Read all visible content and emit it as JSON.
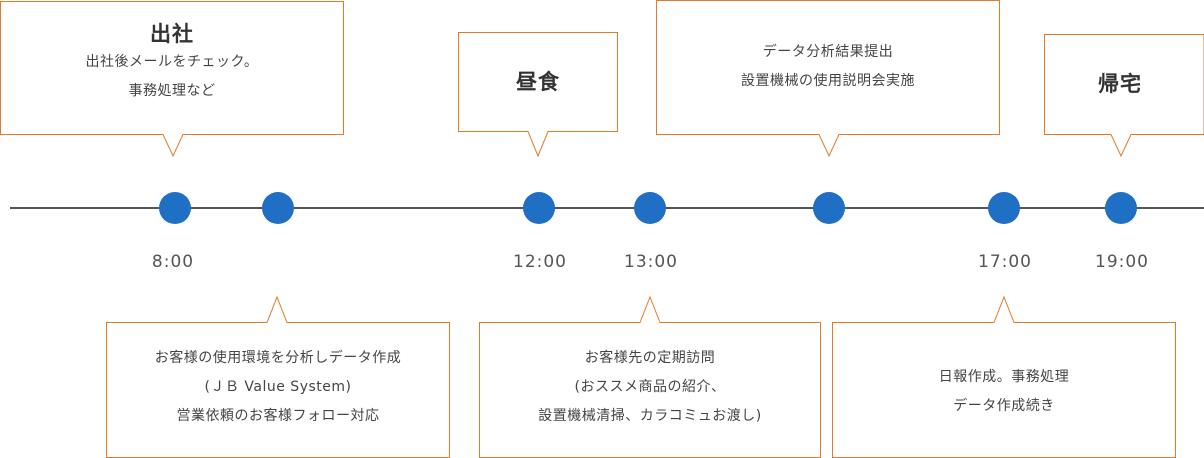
{
  "colors": {
    "accent_border": "#e07b2a",
    "timeline_line": "#555555",
    "dot_fill": "#1f6fc5"
  },
  "times": [
    "8:00",
    "12:00",
    "13:00",
    "17:00",
    "19:00"
  ],
  "top_callouts": [
    {
      "title": "出社",
      "lines": [
        "出社後メールをチェック。",
        "事務処理など"
      ]
    },
    {
      "title": "昼食",
      "lines": []
    },
    {
      "title": "",
      "lines": [
        "データ分析結果提出",
        "設置機械の使用説明会実施"
      ]
    },
    {
      "title": "帰宅",
      "lines": []
    }
  ],
  "bottom_callouts": [
    {
      "lines": [
        "お客様の使用環境を分析しデータ作成",
        "(ＪＢ Value System)",
        "営業依頼のお客様フォロー対応"
      ]
    },
    {
      "lines": [
        "お客様先の定期訪問",
        "(おススメ商品の紹介、",
        "設置機械清掃、カラコミュお渡し)"
      ]
    },
    {
      "lines": [
        "日報作成。事務処理",
        "データ作成続き"
      ]
    }
  ]
}
